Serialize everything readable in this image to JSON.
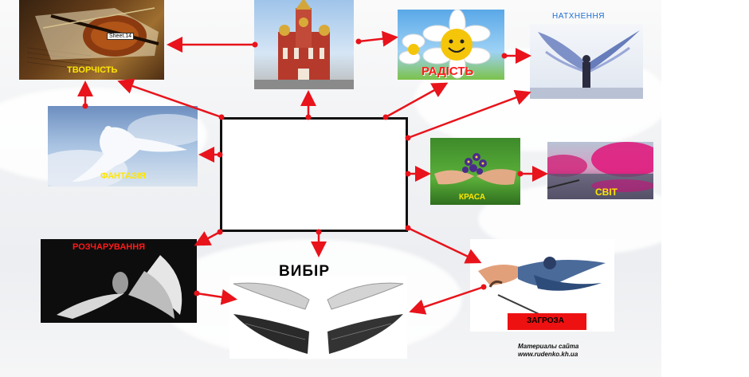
{
  "diagram": {
    "center_box_text": "",
    "nodes": {
      "creativity": {
        "label": "ТВОРЧІСТЬ",
        "sheet_tag": "Sheet.14"
      },
      "temple": {
        "label": ""
      },
      "joy": {
        "label": "РАДІСТЬ"
      },
      "inspiration": {
        "label": "НАТХНЕННЯ"
      },
      "fantasy": {
        "label": "ФАНТАЗІЯ"
      },
      "beauty": {
        "label": "КРАСА"
      },
      "world": {
        "label": "СВІТ"
      },
      "disappointment": {
        "label": "РОЗЧАРУВАННЯ"
      },
      "choice": {
        "label": "ВИБІР"
      },
      "threat": {
        "label": "ЗАГРОЗА"
      }
    },
    "credit": {
      "line1": "Материалы сайта",
      "line2": "www.rudenko.kh.ua"
    },
    "colors": {
      "arrow": "#e8131b",
      "yellow_label": "#ffe600",
      "red_label": "#ff1a1a",
      "blue_label": "#1e6fd0"
    }
  }
}
